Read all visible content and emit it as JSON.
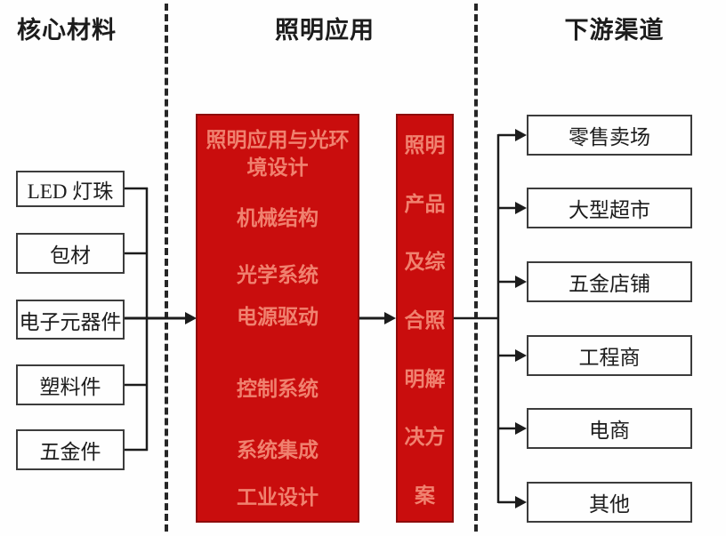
{
  "headers": {
    "left": "核心材料",
    "middle": "照明应用",
    "right": "下游渠道"
  },
  "left_column": {
    "items": [
      {
        "label": "LED 灯珠"
      },
      {
        "label": "包材"
      },
      {
        "label": "电子元器件"
      },
      {
        "label": "塑料件"
      },
      {
        "label": "五金件"
      }
    ]
  },
  "middle_column": {
    "main_box_lines": [
      "照明应用与光环境设计",
      "机械结构",
      "光学系统",
      "电源驱动",
      "控制系统",
      "系统集成",
      "工业设计"
    ],
    "solution_box_lines": [
      "照明",
      "产品",
      "及综",
      "合照",
      "明解",
      "决方",
      "案"
    ],
    "solution_box_text": "照明产品及综合照明解决方案"
  },
  "right_column": {
    "items": [
      {
        "label": "零售卖场"
      },
      {
        "label": "大型超市"
      },
      {
        "label": "五金店铺"
      },
      {
        "label": "工程商"
      },
      {
        "label": "电商"
      },
      {
        "label": "其他"
      }
    ]
  },
  "colors": {
    "box_red": "#c90d0d",
    "box_red_text": "#f0816f",
    "box_red_border": "#8e0b0b",
    "line": "#1c1c1c",
    "border": "#3c3c3c",
    "background": "#fefefe",
    "text": "#1c1c1c"
  }
}
